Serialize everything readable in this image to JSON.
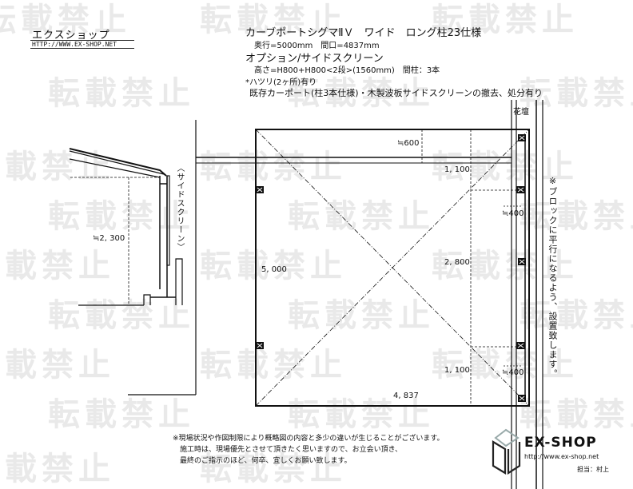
{
  "watermark": {
    "text": "転載禁止",
    "color": "#e6e6e6"
  },
  "header": {
    "shop_name": "エクスショップ",
    "shop_url": "HTTP://WWW.EX-SHOP.NET"
  },
  "spec": {
    "product": "カーブポートシグマⅡＶ　ワイド　ロング柱23仕様",
    "dimensions": "奥行=5000mm　間口=4837mm",
    "option_title": "オプション/サイドスクリーン",
    "option_detail": "高さ=H800+H800<2段>(1560mm)　間柱：3本",
    "note1": "*ハツリ(2ヶ所)有り",
    "note2": "既存カーポート(柱3本仕様)・木製波板サイドスクリーンの撤去、処分有り"
  },
  "side_view": {
    "label_side_screen": "〈サイドスクリーン〉",
    "height_dim": "≒2, 300"
  },
  "plan_view": {
    "label_flowerbed": "花壇",
    "dim_top": "≒600",
    "dim_right_top": "1, 100",
    "dim_right_mid": "2, 800",
    "dim_right_bottom": "1, 100",
    "dim_depth": "5, 000",
    "dim_width": "4, 837",
    "dim_400_top": "≒400",
    "dim_400_bottom": "≒400",
    "block_note": "※ブロックに平行になるよう、設置致します。"
  },
  "footer": {
    "note_line1": "※現場状況や作図制限により概略図の内容と多少の違いが生じることがございます。",
    "note_line2": "施工時は、現場優先とさせて頂きたく思いますので、お立会い頂き、",
    "note_line3": "最終のご指示のほど、何卒、宜しくお願い致します。",
    "brand": "EX-SHOP",
    "brand_url": "http://www.ex-shop.net",
    "staff": "担当：村上"
  }
}
